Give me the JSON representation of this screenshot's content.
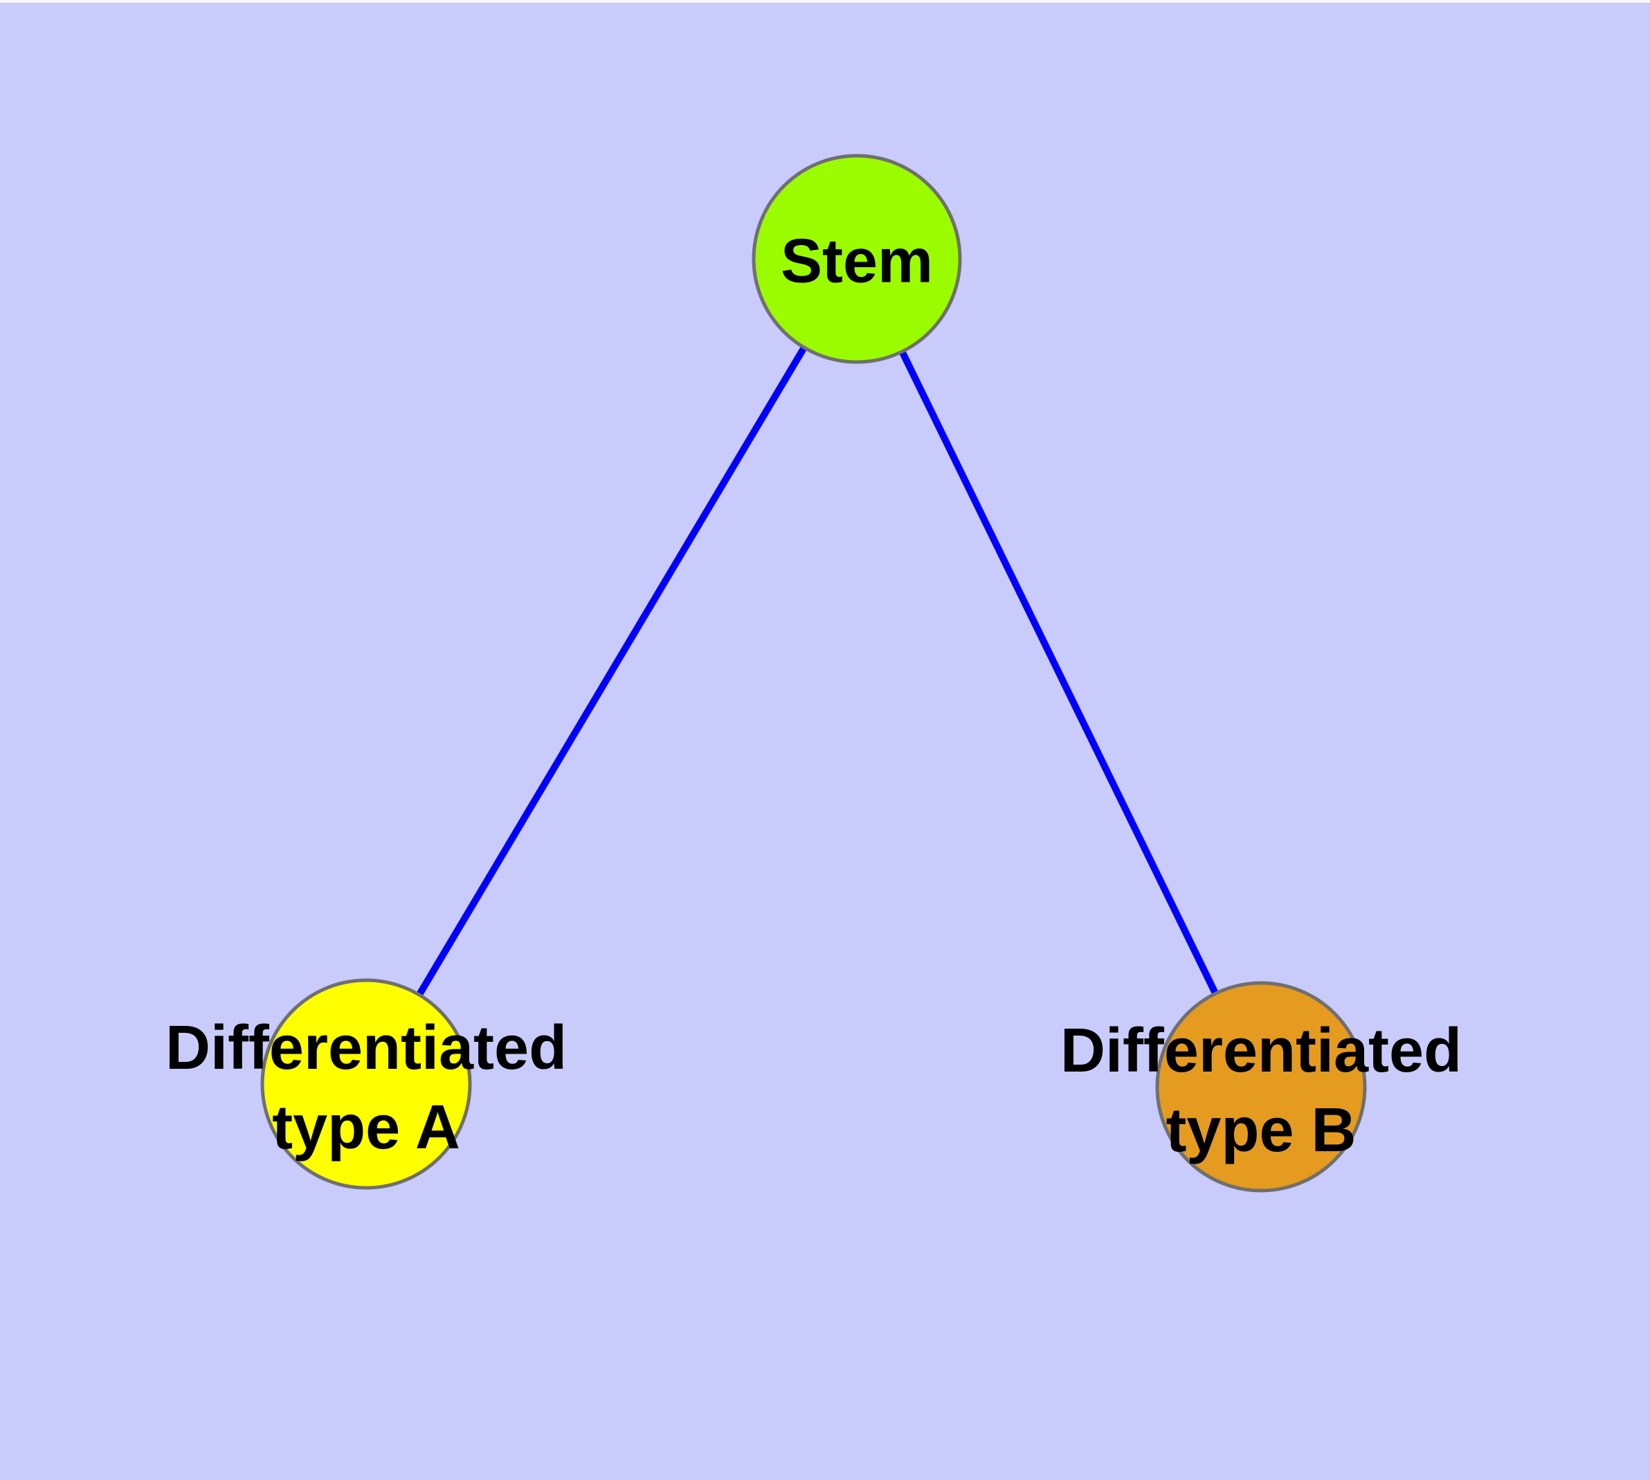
{
  "nodes": [
    {
      "id": "stem",
      "label": "Stem",
      "color": "#9BFC00"
    },
    {
      "id": "differentiated-type-a",
      "label": "Differentiated\ntype A",
      "color": "#FFFF00"
    },
    {
      "id": "differentiated-type-b",
      "label": "Differentiated\ntype B",
      "color": "#E49B1F"
    }
  ],
  "edges": [
    {
      "from": "stem",
      "to": "differentiated-type-a"
    },
    {
      "from": "stem",
      "to": "differentiated-type-b"
    }
  ],
  "colors": {
    "background": "#C9CBFB",
    "node_border": "#6F6F6F",
    "edge": "#0000FB",
    "label_text": "#000000"
  }
}
